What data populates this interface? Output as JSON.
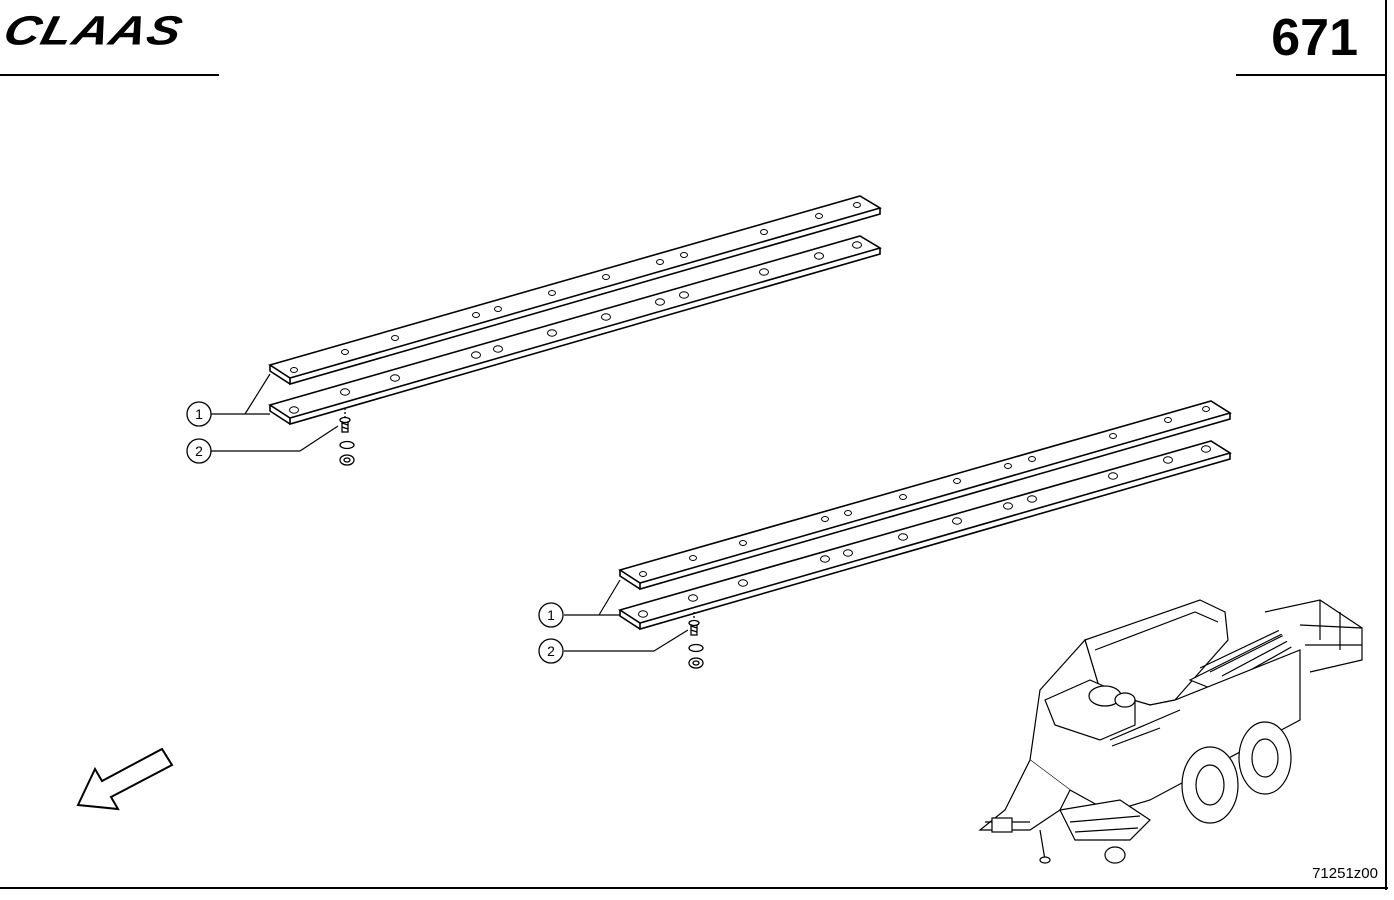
{
  "header": {
    "brand": "CLAAS",
    "page_number": "671"
  },
  "footer": {
    "drawing_number": "71251z00"
  },
  "callouts": {
    "upper_group": {
      "bar": "1",
      "bolt": "2"
    },
    "lower_group": {
      "bar": "1",
      "bolt": "2"
    }
  },
  "icons": {
    "direction": "travel-direction-arrow-icon",
    "machine": "baler-machine-icon"
  }
}
